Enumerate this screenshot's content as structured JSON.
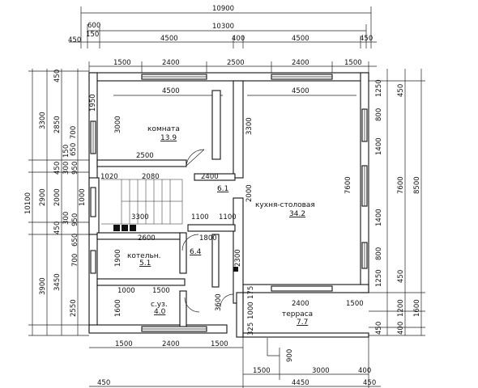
{
  "rooms": {
    "room": {
      "name": "комната",
      "area": "13.9"
    },
    "kitchen": {
      "name": "кухня-столовая",
      "area": "34.2"
    },
    "boiler": {
      "name": "котельн.",
      "area": "5.1"
    },
    "hall": {
      "name": "",
      "area": "6.1"
    },
    "corridor": {
      "name": "",
      "area": "6.4"
    },
    "bathroom": {
      "name": "с.уз.",
      "area": "4.0"
    },
    "terrace": {
      "name": "терраса",
      "area": "7.7"
    }
  },
  "dims": {
    "top_total": "10900",
    "top_inner": "10300",
    "top_600": "600",
    "top_150": "150",
    "top_450_l": "450",
    "top_4500_l": "4500",
    "top_400": "400",
    "top_4500_r": "4500",
    "top_450_r": "450",
    "win_1500_a": "1500",
    "win_2400_a": "2400",
    "win_2500": "2500",
    "win_2400_b": "2400",
    "win_1500_b": "1500",
    "room_4500_l": "4500",
    "room_4500_r": "4500",
    "left_10100": "10100",
    "left_3300": "3300",
    "left_2850": "2850",
    "left_2900": "2900",
    "left_2000": "2000",
    "left_3900": "3900",
    "left_3450": "3450",
    "left_2550": "2550",
    "left_450_a": "450",
    "left_450_b": "450",
    "left_450_c": "450",
    "left_1950": "1950",
    "left_700_a": "700",
    "left_650_a": "650",
    "left_150": "150",
    "left_300": "300",
    "left_950": "950",
    "left_1000": "1000",
    "left_300_b": "300",
    "left_950_b": "950",
    "left_650_b": "650",
    "left_700_b": "700",
    "room_3000": "3000",
    "stair_2500": "2500",
    "stair_1020": "1020",
    "stair_2080": "2080",
    "hall_2400": "2400",
    "stair_3300": "3300",
    "b_1100_a": "1100",
    "b_1100_b": "1100",
    "b_2600": "2600",
    "b_1800": "1800",
    "b_1900": "1900",
    "b_1000": "1000",
    "b_1500": "1500",
    "b_1600": "1600",
    "b_3600": "3600",
    "k_3300": "3300",
    "k_2000": "2000",
    "k_2300": "2300",
    "k_7600": "7600",
    "t_175": "175",
    "t_1000": "1000",
    "t_325": "325",
    "t_2400": "2400",
    "t_1500": "1500",
    "right_1250_a": "1250",
    "right_800_a": "800",
    "right_1400_a": "1400",
    "right_1400_b": "1400",
    "right_800_b": "800",
    "right_1250_b": "1250",
    "right_450": "450",
    "right_7600": "7600",
    "right_8500": "8500",
    "right_450_b": "450",
    "right_1200": "1200",
    "right_1600": "1600",
    "right_400": "400",
    "right_450_c": "450",
    "bot_1500_a": "1500",
    "bot_2400": "2400",
    "bot_1500_b": "1500",
    "bot_900": "900",
    "bot_1500_c": "1500",
    "bot_3000": "3000",
    "bot_400": "400",
    "bot_450_a": "450",
    "bot_4450": "4450",
    "bot_450_b": "450"
  }
}
